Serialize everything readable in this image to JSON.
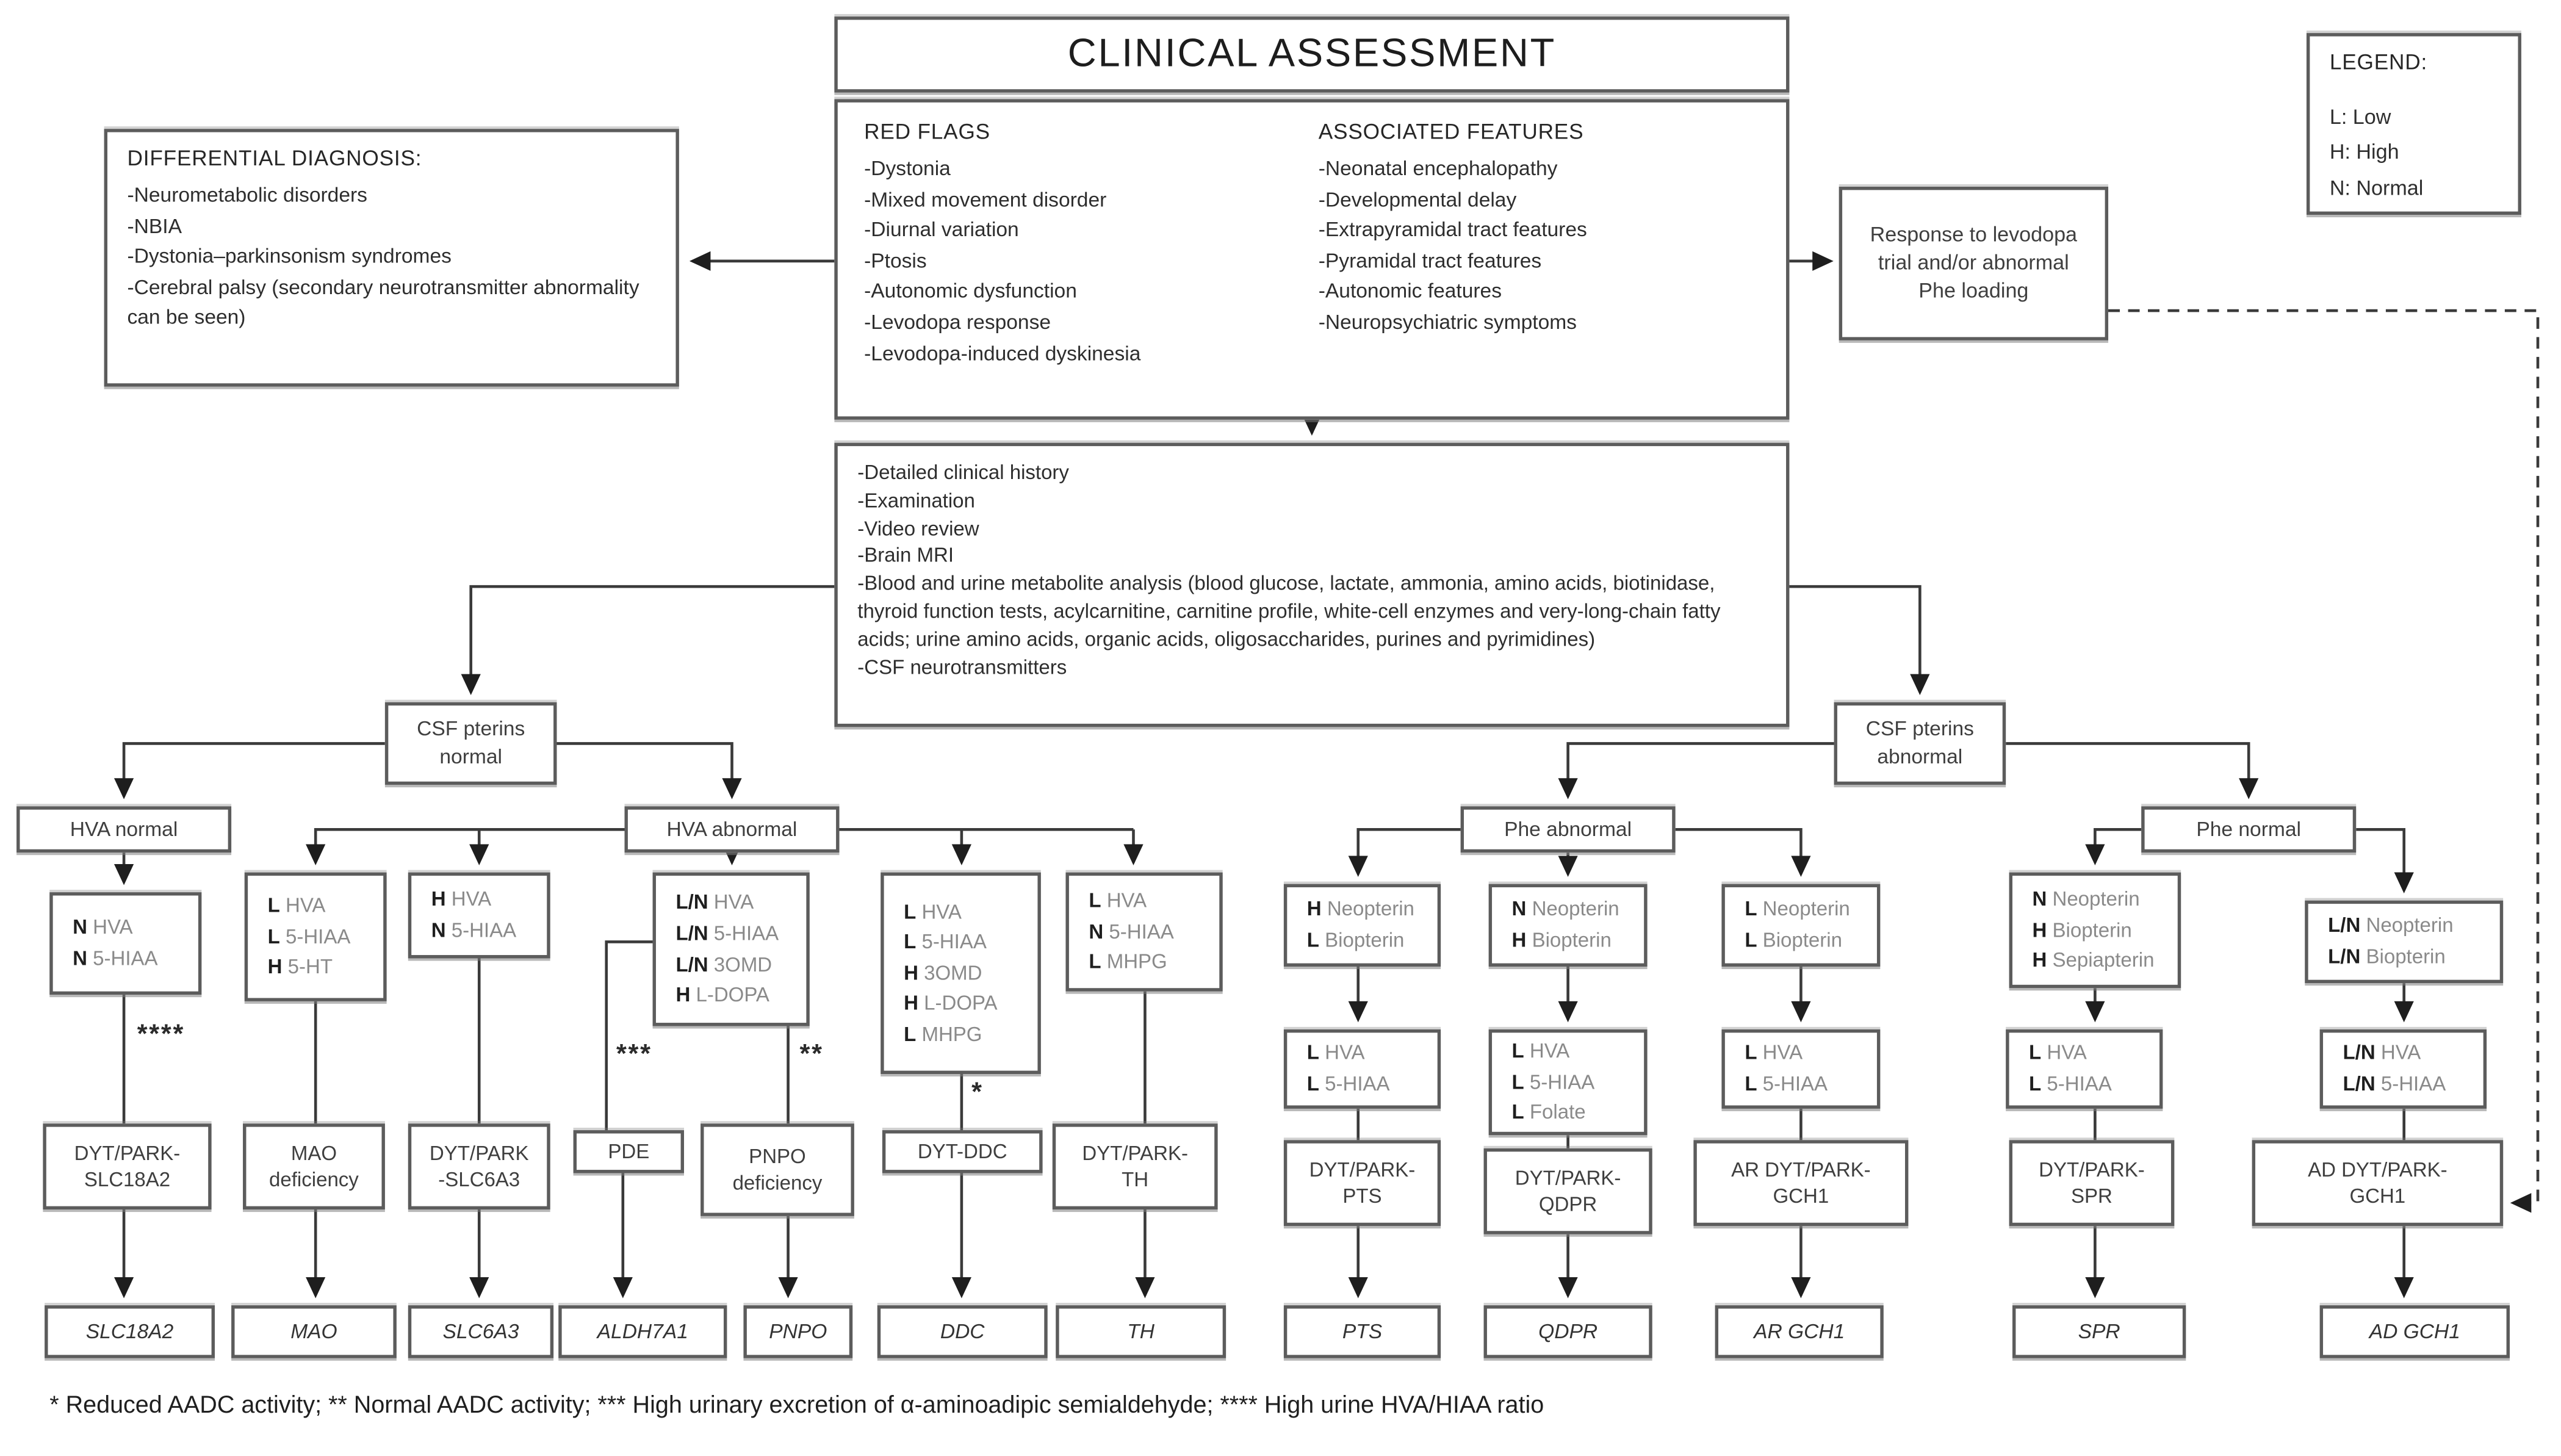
{
  "title": "CLINICAL ASSESSMENT",
  "legend": {
    "title": "LEGEND:",
    "items": [
      "L: Low",
      "H: High",
      "N: Normal"
    ]
  },
  "differential": {
    "title": "DIFFERENTIAL DIAGNOSIS:",
    "items": [
      "-Neurometabolic disorders",
      "-NBIA",
      "-Dystonia–parkinsonism syndromes",
      "-Cerebral palsy (secondary neurotransmitter abnormality can be seen)"
    ]
  },
  "red_flags": {
    "title": "RED FLAGS",
    "items": [
      "-Dystonia",
      "-Mixed movement disorder",
      "-Diurnal variation",
      "-Ptosis",
      "-Autonomic dysfunction",
      "-Levodopa response",
      "-Levodopa-induced dyskinesia"
    ]
  },
  "associated_features": {
    "title": "ASSOCIATED FEATURES",
    "items": [
      "-Neonatal encephalopathy",
      "-Developmental delay",
      "-Extrapyramidal tract features",
      "-Pyramidal tract features",
      "-Autonomic features",
      "-Neuropsychiatric symptoms"
    ]
  },
  "levodopa_box": "Response to levodopa trial and/or abnormal Phe loading",
  "workup": {
    "items": [
      "-Detailed clinical history",
      "-Examination",
      "-Video review",
      "-Brain MRI",
      "-Blood and urine metabolite analysis (blood glucose, lactate, ammonia, amino acids, biotinidase, thyroid function tests, acylcarnitine, carnitine profile, white-cell enzymes and very-long-chain fatty acids; urine amino acids, organic acids, oligosaccharides, purines and pyrimidines)",
      "-CSF neurotransmitters"
    ]
  },
  "nodes": {
    "csf_normal": "CSF pterins\nnormal",
    "csf_abnormal": "CSF pterins\nabnormal",
    "hva_normal": "HVA normal",
    "hva_abnormal": "HVA abnormal",
    "phe_abnormal": "Phe abnormal",
    "phe_normal": "Phe normal",
    "dyt_slc18a2": "DYT/PARK-\nSLC18A2",
    "mao_def": "MAO\ndeficiency",
    "dyt_slc6a3": "DYT/PARK\n-SLC6A3",
    "pde": "PDE",
    "pnpo_def": "PNPO\ndeficiency",
    "dyt_ddc": "DYT-DDC",
    "dyt_th": "DYT/PARK-\nTH",
    "dyt_pts": "DYT/PARK-\nPTS",
    "dyt_qdpr": "DYT/PARK-\nQDPR",
    "ar_gch": "AR DYT/PARK-\nGCH1",
    "dyt_spr": "DYT/PARK-\nSPR",
    "ad_gch": "AD DYT/PARK-\nGCH1"
  },
  "measures": {
    "nhva": [
      {
        "k": "N",
        "v": "HVA"
      },
      {
        "k": "N",
        "v": "5-HIAA"
      }
    ],
    "lhva_hht": [
      {
        "k": "L",
        "v": "HVA"
      },
      {
        "k": "L",
        "v": "5-HIAA"
      },
      {
        "k": "H",
        "v": "5-HT"
      }
    ],
    "hhva": [
      {
        "k": "H",
        "v": "HVA"
      },
      {
        "k": "N",
        "v": "5-HIAA"
      }
    ],
    "ln_box": [
      {
        "k": "L/N",
        "v": "HVA"
      },
      {
        "k": "L/N",
        "v": "5-HIAA"
      },
      {
        "k": "L/N",
        "v": "3OMD"
      },
      {
        "k": "H",
        "v": "L-DOPA"
      }
    ],
    "lhva_3omd": [
      {
        "k": "L",
        "v": "HVA"
      },
      {
        "k": "L",
        "v": "5-HIAA"
      },
      {
        "k": "H",
        "v": "3OMD"
      },
      {
        "k": "H",
        "v": "L-DOPA"
      },
      {
        "k": "L",
        "v": "MHPG"
      }
    ],
    "lhva_lmhpg": [
      {
        "k": "L",
        "v": "HVA"
      },
      {
        "k": "N",
        "v": "5-HIAA"
      },
      {
        "k": "L",
        "v": "MHPG"
      }
    ],
    "hneo": [
      {
        "k": "H",
        "v": "Neopterin"
      },
      {
        "k": "L",
        "v": "Biopterin"
      }
    ],
    "nneo": [
      {
        "k": "N",
        "v": "Neopterin"
      },
      {
        "k": "H",
        "v": "Biopterin"
      }
    ],
    "lneo": [
      {
        "k": "L",
        "v": "Neopterin"
      },
      {
        "k": "L",
        "v": "Biopterin"
      }
    ],
    "nneo_sep": [
      {
        "k": "N",
        "v": "Neopterin"
      },
      {
        "k": "H",
        "v": "Biopterin"
      },
      {
        "k": "H",
        "v": "Sepiapterin"
      }
    ],
    "lnneo": [
      {
        "k": "L/N",
        "v": "Neopterin"
      },
      {
        "k": "L/N",
        "v": "Biopterin"
      }
    ],
    "lhva_a": [
      {
        "k": "L",
        "v": "HVA"
      },
      {
        "k": "L",
        "v": "5-HIAA"
      }
    ],
    "lhva_folate": [
      {
        "k": "L",
        "v": "HVA"
      },
      {
        "k": "L",
        "v": "5-HIAA"
      },
      {
        "k": "L",
        "v": "Folate"
      }
    ],
    "lhva_b": [
      {
        "k": "L",
        "v": "HVA"
      },
      {
        "k": "L",
        "v": "5-HIAA"
      }
    ],
    "lhva_c": [
      {
        "k": "L",
        "v": "HVA"
      },
      {
        "k": "L",
        "v": "5-HIAA"
      }
    ],
    "lnhva": [
      {
        "k": "L/N",
        "v": "HVA"
      },
      {
        "k": "L/N",
        "v": "5-HIAA"
      }
    ]
  },
  "genes": {
    "slc18a2": "SLC18A2",
    "mao": "MAO",
    "slc6a3": "SLC6A3",
    "aldh7a1": "ALDH7A1",
    "pnpo": "PNPO",
    "ddc": "DDC",
    "th": "TH",
    "pts": "PTS",
    "qdpr": "QDPR",
    "ar_gch1": "AR GCH1",
    "spr": "SPR",
    "ad_gch1": "AD GCH1"
  },
  "markers": {
    "one": "*",
    "two": "**",
    "three": "***",
    "four": "****"
  },
  "footnote": "* Reduced AADC activity; ** Normal AADC activity; *** High urinary excretion of α-aminoadipic semialdehyde; **** High urine HVA/HIAA ratio"
}
